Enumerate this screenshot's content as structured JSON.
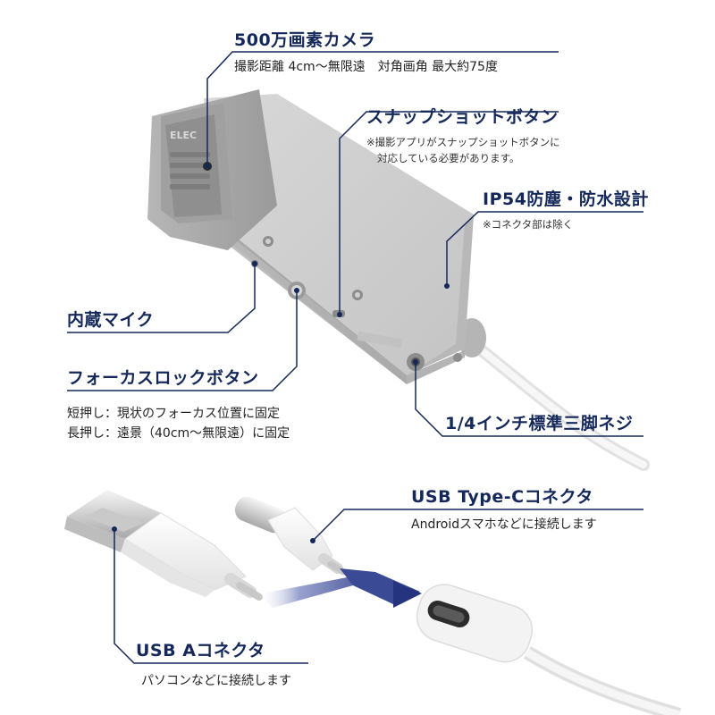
{
  "camera": {
    "title": "500万画素カメラ",
    "note": "撮影距離 4cm〜無限遠　対角画角 最大約75度",
    "brand_text": "ELEC"
  },
  "snapshot": {
    "title": "スナップショットボタン",
    "note_line1": "※撮影アプリがスナップショットボタンに",
    "note_line2": "対応している必要があります。"
  },
  "ip54": {
    "title": "IP54防塵・防水設計",
    "note": "※コネクタ部は除く"
  },
  "mic": {
    "title": "内蔵マイク"
  },
  "focus_lock": {
    "title": "フォーカスロックボタン",
    "note_line1": "短押し：現状のフォーカス位置に固定",
    "note_line2": "長押し：遠景（40cm〜無限遠）に固定"
  },
  "tripod": {
    "title": "1/4インチ標準三脚ネジ"
  },
  "usb_c": {
    "title": "USB Type-Cコネクタ",
    "note": "Androidスマホなどに接続します"
  },
  "usb_a": {
    "title": "USB Aコネクタ",
    "note": "パソコンなどに接続します"
  },
  "colors": {
    "accent": "#14285a",
    "device_body": "#c9c9c9",
    "cable": "#f2f2f2"
  }
}
